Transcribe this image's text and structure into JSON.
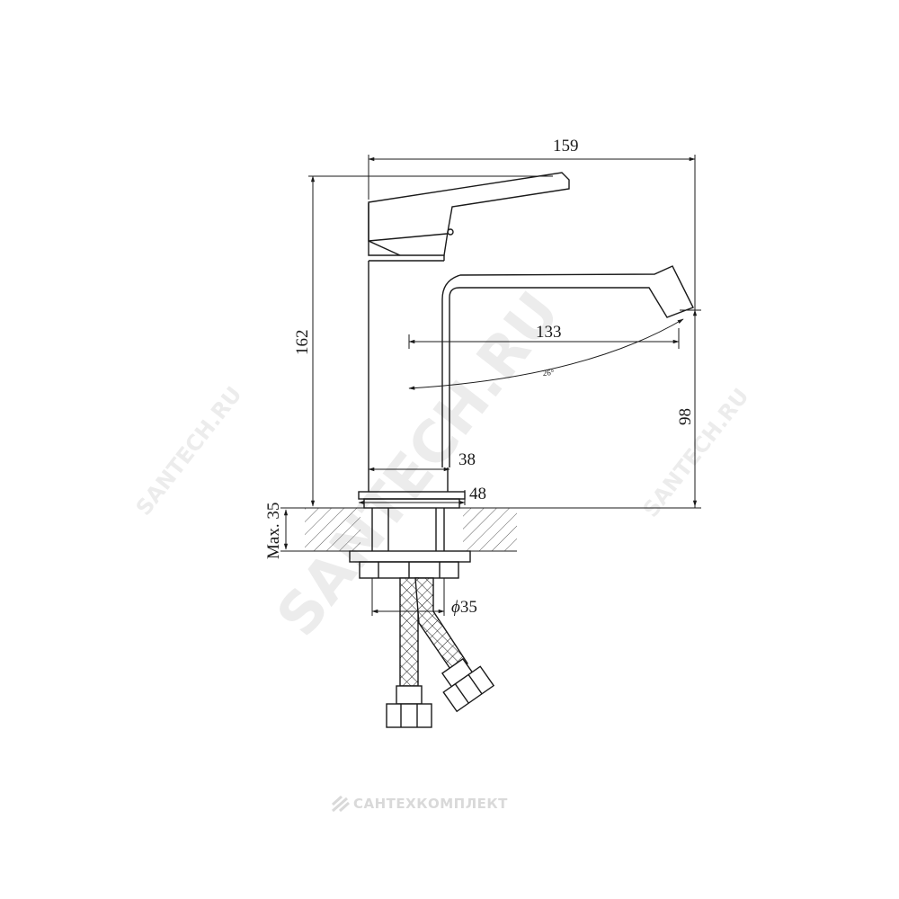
{
  "dimensions": {
    "overall_length": "159",
    "overall_height": "162",
    "spout_reach": "133",
    "spout_angle": "26°",
    "spout_height": "98",
    "body_width": "38",
    "base_width": "48",
    "max_thickness": "Max. 35",
    "mount_diameter": "35",
    "diameter_symbol": "ϕ"
  },
  "watermarks": {
    "large": "SANTECH.RU",
    "small": "SANTECH.RU"
  },
  "footer": {
    "brand": "САНТЕХКОМПЛЕКТ"
  },
  "colors": {
    "line": "#1a1a1a",
    "watermark": "#000000",
    "footer": "#d9d9d9"
  }
}
